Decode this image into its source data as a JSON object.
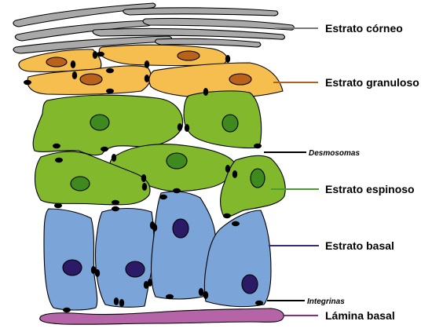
{
  "labels": {
    "corneo": "Estrato córneo",
    "granuloso": "Estrato granuloso",
    "desmosomas": "Desmosomas",
    "espinoso": "Estrato espinoso",
    "basal": "Estrato basal",
    "integrinas": "Integrinas",
    "lamina": "Lámina basal"
  },
  "colors": {
    "corneo_cell": "#a9a9a9",
    "corneo_line": "#7a7a7a",
    "granuloso_cell": "#f6bd4f",
    "granuloso_nucleus": "#b8621b",
    "granuloso_line": "#a8641e",
    "espinoso_cell": "#82b82c",
    "espinoso_nucleus": "#3f8a1f",
    "espinoso_line": "#4c9a34",
    "basal_cell": "#7ba5d8",
    "basal_nucleus": "#2b1a66",
    "basal_line": "#3b2a80",
    "lamina": "#b565a7",
    "lamina_line": "#8e2c85",
    "junction": "#000000"
  }
}
